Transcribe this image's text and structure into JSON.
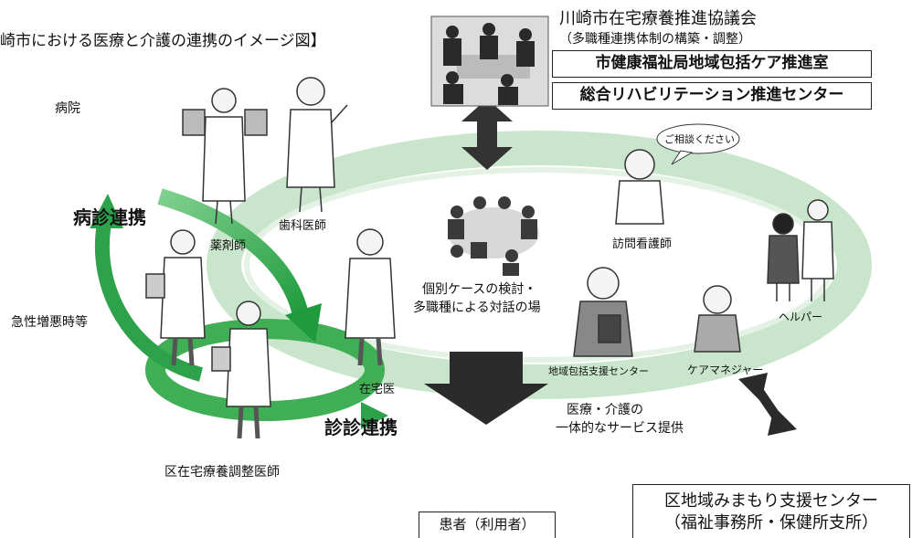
{
  "title": "崎市における医療と介護の連携のイメージ図】",
  "council": {
    "name": "川崎市在宅療養推進協議会",
    "subtitle": "（多職種連携体制の構築・調整）",
    "boxes": [
      "市健康福祉局地域包括ケア推進室",
      "総合リハビリテーション推進センター"
    ]
  },
  "labels": {
    "hospital": "病院",
    "dentist": "歯科医師",
    "pharmacist": "薬剤師",
    "hospital_clinic_link": "病診連携",
    "acute": "急性増悪時等",
    "home_doctor": "在宅医",
    "clinic_clinic_link": "診診連携",
    "coordinator": "区在宅療養調整医師",
    "case_meeting": [
      "個別ケースの検討・",
      "多職種による対話の場"
    ],
    "visiting_nurse": "訪問看護師",
    "consult_bubble": "ご相談ください",
    "helper": "ヘルパー",
    "care_manager": "ケアマネジャー",
    "community_center": "地域包括支援センター",
    "integrated_service": [
      "医療・介護の",
      "一体的なサービス提供"
    ],
    "patient": "患者（利用者）",
    "ward_center": [
      "区地域みまもり支援センター",
      "（福祉事務所・保健所支所）"
    ]
  },
  "colors": {
    "ring": "#c9e6cc",
    "arrow_green": "#2ea24a",
    "arrow_dark": "#2b2b2b"
  }
}
